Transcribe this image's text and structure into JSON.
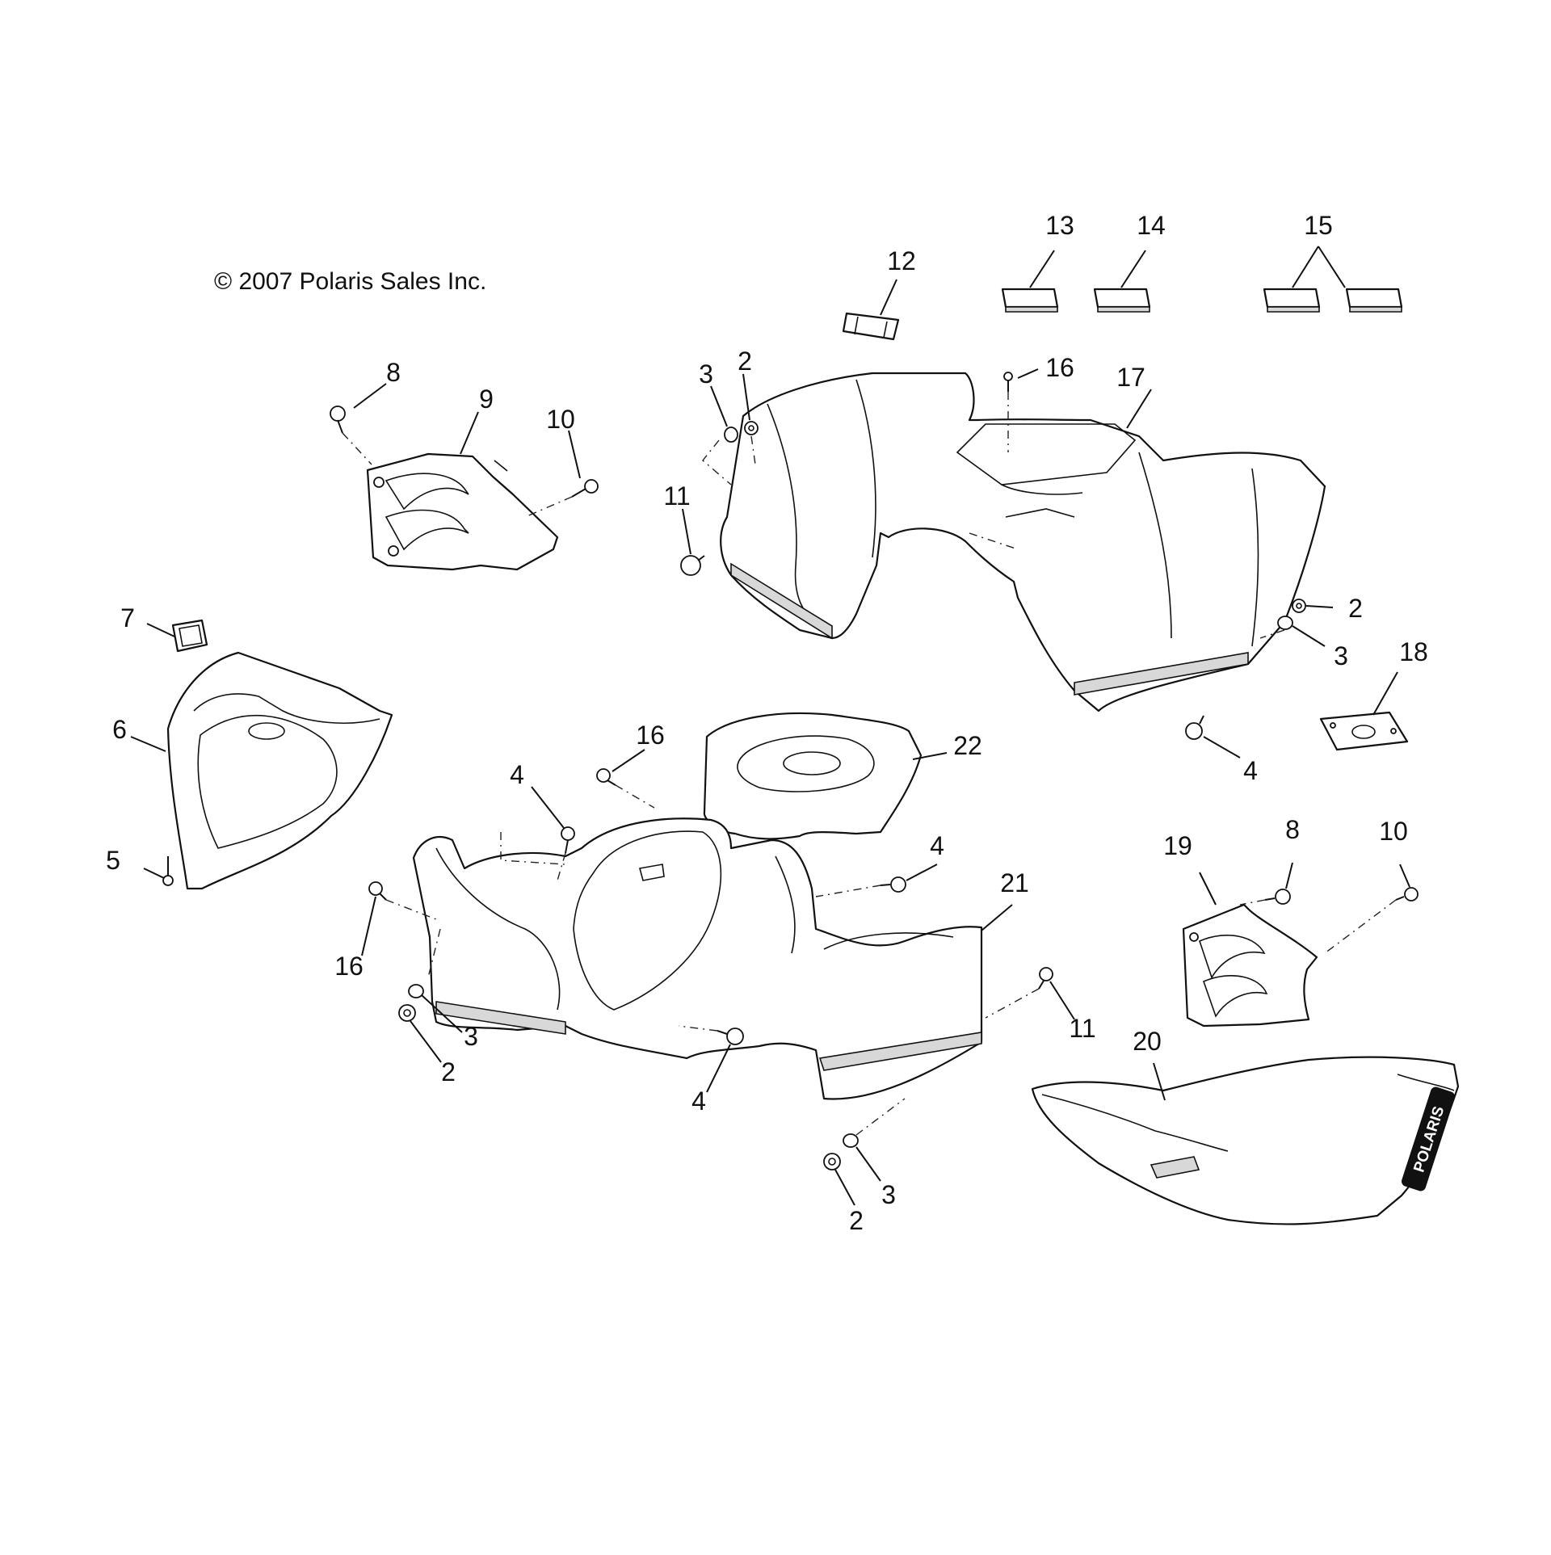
{
  "copyright": "© 2007 Polaris Sales Inc.",
  "callouts": [
    "13",
    "14",
    "15",
    "12",
    "8",
    "9",
    "10",
    "3",
    "2",
    "16",
    "17",
    "11",
    "7",
    "6",
    "2",
    "3",
    "18",
    "16",
    "22",
    "4",
    "4",
    "5",
    "19",
    "8",
    "10",
    "21",
    "16",
    "11",
    "3",
    "2",
    "4",
    "20",
    "3",
    "2",
    "4"
  ],
  "seat_logo": "POLARIS"
}
